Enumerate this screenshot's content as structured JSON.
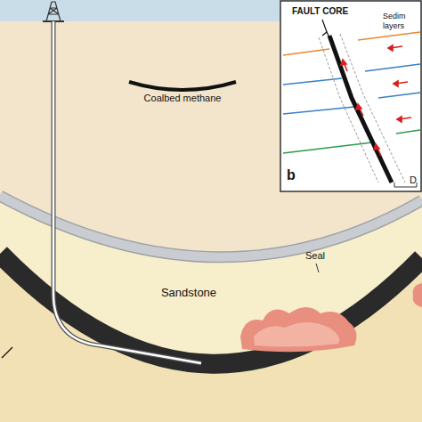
{
  "diagram": {
    "labels": [
      "Coalbed methane",
      "Seal",
      "Sandstone",
      "FAULT CORE",
      "Sedim",
      "layers",
      "b",
      "D"
    ]
  }
}
